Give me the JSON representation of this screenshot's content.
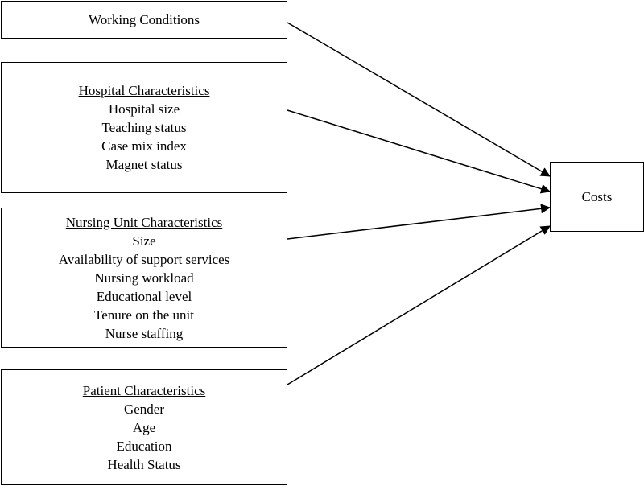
{
  "working_conditions": {
    "title": "Working Conditions"
  },
  "hospital": {
    "title": "Hospital Characteristics",
    "items": [
      "Hospital size",
      "Teaching status",
      "Case mix index",
      "Magnet status"
    ]
  },
  "nursing_unit": {
    "title": "Nursing Unit Characteristics",
    "items": [
      "Size",
      "Availability of support services",
      "Nursing workload",
      "Educational level",
      "Tenure on the unit",
      "Nurse staffing"
    ]
  },
  "patient": {
    "title": "Patient Characteristics",
    "items": [
      "Gender",
      "Age",
      "Education",
      "Health Status"
    ]
  },
  "outcome": {
    "title": "Costs"
  }
}
